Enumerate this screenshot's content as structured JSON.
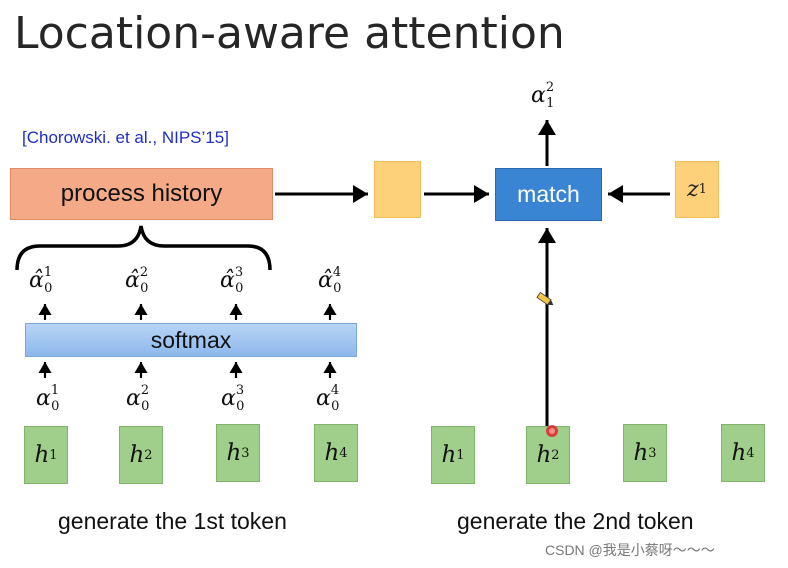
{
  "title": "Location-aware attention",
  "citation": "[Chorowski. et al., NIPS’15]",
  "process_label": "process history",
  "match_label": "match",
  "softmax_label": "softmax",
  "z": {
    "base": "z",
    "sup": "1"
  },
  "alpha_out": {
    "base": "α",
    "sub": "1",
    "sup": "2"
  },
  "alpha_hat": [
    {
      "base": "α̂",
      "sub": "0",
      "sup": "1"
    },
    {
      "base": "α̂",
      "sub": "0",
      "sup": "2"
    },
    {
      "base": "α̂",
      "sub": "0",
      "sup": "3"
    },
    {
      "base": "α̂",
      "sub": "0",
      "sup": "4"
    }
  ],
  "alpha": [
    {
      "base": "α",
      "sub": "0",
      "sup": "1"
    },
    {
      "base": "α",
      "sub": "0",
      "sup": "2"
    },
    {
      "base": "α",
      "sub": "0",
      "sup": "3"
    },
    {
      "base": "α",
      "sub": "0",
      "sup": "4"
    }
  ],
  "h_left": [
    {
      "base": "h",
      "sup": "1"
    },
    {
      "base": "h",
      "sup": "2"
    },
    {
      "base": "h",
      "sup": "3"
    },
    {
      "base": "h",
      "sup": "4"
    }
  ],
  "h_right": [
    {
      "base": "h",
      "sup": "1"
    },
    {
      "base": "h",
      "sup": "2"
    },
    {
      "base": "h",
      "sup": "3"
    },
    {
      "base": "h",
      "sup": "4"
    }
  ],
  "caption_left": "generate the 1st token",
  "caption_right": "generate the 2nd token",
  "watermark": "CSDN @我是小蔡呀～～～",
  "colors": {
    "process": "#f4a987",
    "yellow": "#fdd17a",
    "match": "#3a85d3",
    "softmax": "#a3c6f0",
    "h_box": "#9fcf8a",
    "citation": "#1f2ec4",
    "pointer_dot": "#e0262b"
  }
}
